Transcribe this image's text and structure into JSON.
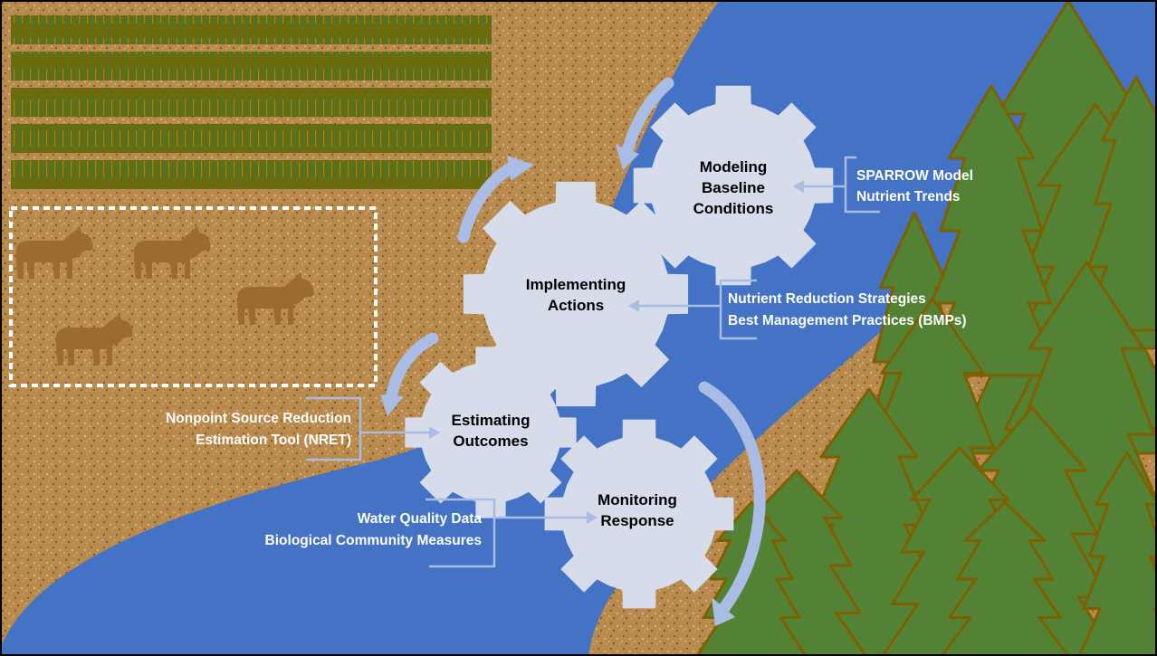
{
  "gears": {
    "modeling": {
      "line1": "Modeling",
      "line2": "Baseline",
      "line3": "Conditions"
    },
    "implementing": {
      "line1": "Implementing",
      "line2": "Actions"
    },
    "estimating": {
      "line1": "Estimating",
      "line2": "Outcomes"
    },
    "monitoring": {
      "line1": "Monitoring",
      "line2": "Response"
    }
  },
  "tools": {
    "modeling": {
      "line1": "SPARROW Model",
      "line2": "Nutrient Trends"
    },
    "implementing": {
      "line1": "Nutrient Reduction Strategies",
      "line2": "Best Management Practices (BMPs)"
    },
    "estimating": {
      "line1": "Nonpoint Source  Reduction",
      "line2": "Estimation Tool (NRET)"
    },
    "monitoring": {
      "line1": "Water Quality Data",
      "line2": "Biological Community Measures"
    }
  },
  "colors": {
    "soil": "#b98a4e",
    "river": "#4472c4",
    "gear": "#d6dcea",
    "trees": "#548235",
    "tree_outline": "#7f6000",
    "cows": "#9c6b2f",
    "crop_rows": "#6b6b0e",
    "cycle_arrows": "#a9bde4"
  },
  "icons": {
    "cow": "cow-icon",
    "tree": "tree-icon",
    "gear": "gear-icon"
  }
}
